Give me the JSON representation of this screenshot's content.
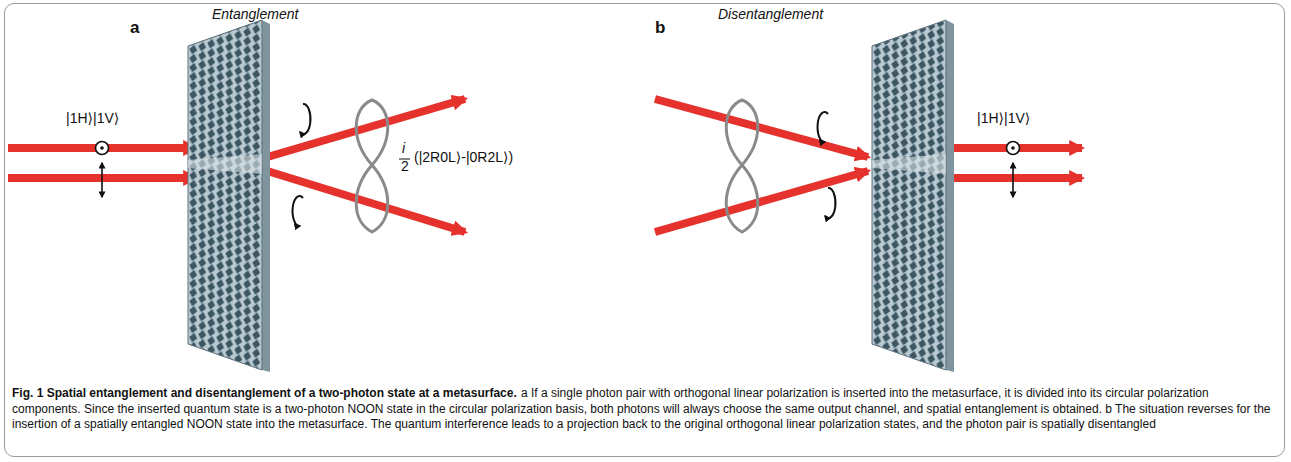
{
  "diagram": {
    "title": "Fig. 1 Spatial entanglement and disentanglement of a two-photon state at a metasurface.",
    "caption": "a If a single photon pair with orthogonal linear polarization is inserted into the metasurface, it is divided into its circular polarization components. Since the inserted quantum state is a two-photon NOON state in the circular polarization basis, both photons will always choose the same output channel, and spatial entanglement is obtained. b The situation reverses for the insertion of a spatially entangled NOON state into the metasurface. The quantum interference leads to a projection back to the original orthogonal linear polarization states, and the photon pair is spatially disentangled",
    "labels": [
      "a",
      "Entanglement",
      "|1H⟩|1V⟩",
      "i",
      "2",
      "(|2R0L⟩-|0R2L⟩)",
      "b",
      "Disentanglement",
      "|1H⟩|1V⟩"
    ]
  }
}
